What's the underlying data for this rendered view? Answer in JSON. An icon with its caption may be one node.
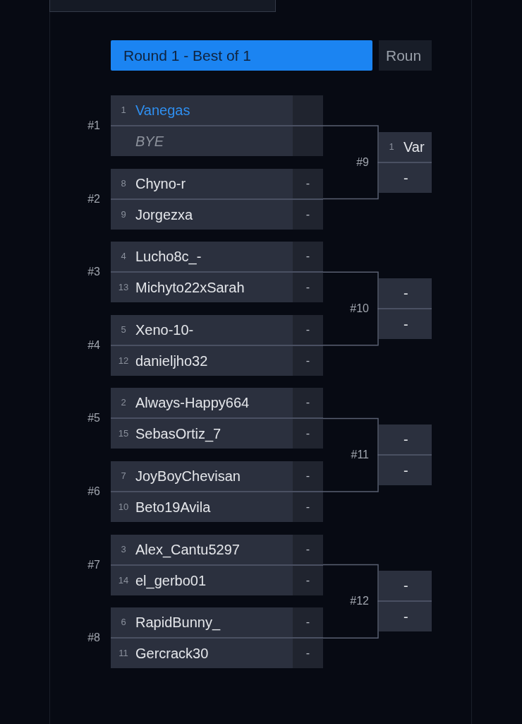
{
  "diagram": {
    "nodes": [
      {
        "text": [],
        "shape": "box"
      },
      {
        "text": [],
        "shape": "box",
        "beside": [
          "#1"
        ]
      },
      {
        "text": [
          "1",
          "Vanegas"
        ],
        "in": 1
      },
      {
        "text": [
          "BYE"
        ],
        "in": 1
      },
      {
        "text": [],
        "shape": "box",
        "beside": [
          "#2"
        ]
      },
      {
        "text": [
          "8",
          "Chyno-r",
          "-"
        ],
        "in": 4
      },
      {
        "text": [
          "9",
          "Jorgezxa",
          "-"
        ],
        "in": 4
      },
      {
        "text": [],
        "shape": "box",
        "beside": [
          "#3"
        ]
      },
      {
        "text": [
          "4",
          "Lucho8c_-",
          "-"
        ],
        "in": 7
      },
      {
        "text": [
          "13",
          "Michyto22xSarah",
          "-"
        ],
        "in": 7
      },
      {
        "text": [],
        "shape": "box",
        "beside": [
          "#4"
        ]
      },
      {
        "text": [
          "5",
          "Xeno-10-",
          "-"
        ],
        "in": 10
      },
      {
        "text": [
          "12",
          "danieljho32",
          "-"
        ],
        "in": 10
      },
      {
        "text": [],
        "shape": "box",
        "beside": [
          "#5"
        ]
      },
      {
        "text": [
          "2",
          "Always-Happy664",
          "-"
        ],
        "in": 13
      },
      {
        "text": [
          "15",
          "SebasOrtiz_7",
          "-"
        ],
        "in": 13
      },
      {
        "text": [],
        "shape": "box",
        "beside": [
          "#6"
        ]
      },
      {
        "text": [
          "7",
          "JoyBoyChevisan",
          "-"
        ],
        "in": 16
      },
      {
        "text": [
          "10",
          "Beto19Avila",
          "-"
        ],
        "in": 16
      },
      {
        "text": [],
        "shape": "box",
        "beside": [
          "#7"
        ]
      },
      {
        "text": [
          "3",
          "Alex_Cantu5297",
          "-"
        ],
        "in": 19
      },
      {
        "text": [
          "14",
          "el_gerbo01",
          "-"
        ],
        "in": 19
      },
      {
        "text": [],
        "shape": "box",
        "beside": [
          "#8"
        ]
      },
      {
        "text": [
          "6",
          "RapidBunny_",
          "-"
        ],
        "in": 22
      },
      {
        "text": [
          "11",
          "Gercrack30",
          "-"
        ],
        "in": 22
      },
      {
        "text": [],
        "shape": "box",
        "beside": [
          "#9"
        ]
      },
      {
        "text": [
          "1",
          "Var"
        ],
        "in": 25
      },
      {
        "text": [
          "-"
        ],
        "in": 25
      },
      {
        "text": [],
        "shape": "box",
        "beside": [
          "#10"
        ]
      },
      {
        "text": [
          "-"
        ],
        "in": 28
      },
      {
        "text": [
          "-"
        ],
        "in": 28
      },
      {
        "text": [],
        "shape": "box",
        "beside": [
          "#11"
        ]
      },
      {
        "text": [
          "-"
        ],
        "in": 31
      },
      {
        "text": [
          "-"
        ],
        "in": 31
      },
      {
        "text": [],
        "shape": "box",
        "beside": [
          "#12"
        ]
      },
      {
        "text": [
          "-"
        ],
        "in": 34
      },
      {
        "text": [
          "-"
        ],
        "in": 34
      }
    ],
    "edges": [
      {
        "from": 1,
        "to": 25,
        "arrow": "none"
      },
      {
        "from": 4,
        "to": 25,
        "arrow": "none"
      },
      {
        "from": 7,
        "to": 28,
        "arrow": "none"
      },
      {
        "from": 10,
        "to": 28,
        "arrow": "none"
      },
      {
        "from": 13,
        "to": 31,
        "arrow": "none"
      },
      {
        "from": 16,
        "to": 31,
        "arrow": "none"
      },
      {
        "from": 19,
        "to": 34,
        "arrow": "none"
      },
      {
        "from": 22,
        "to": 34,
        "arrow": "none"
      }
    ],
    "labels": [
      "Round 1 - Best of 1",
      "Roun"
    ]
  }
}
